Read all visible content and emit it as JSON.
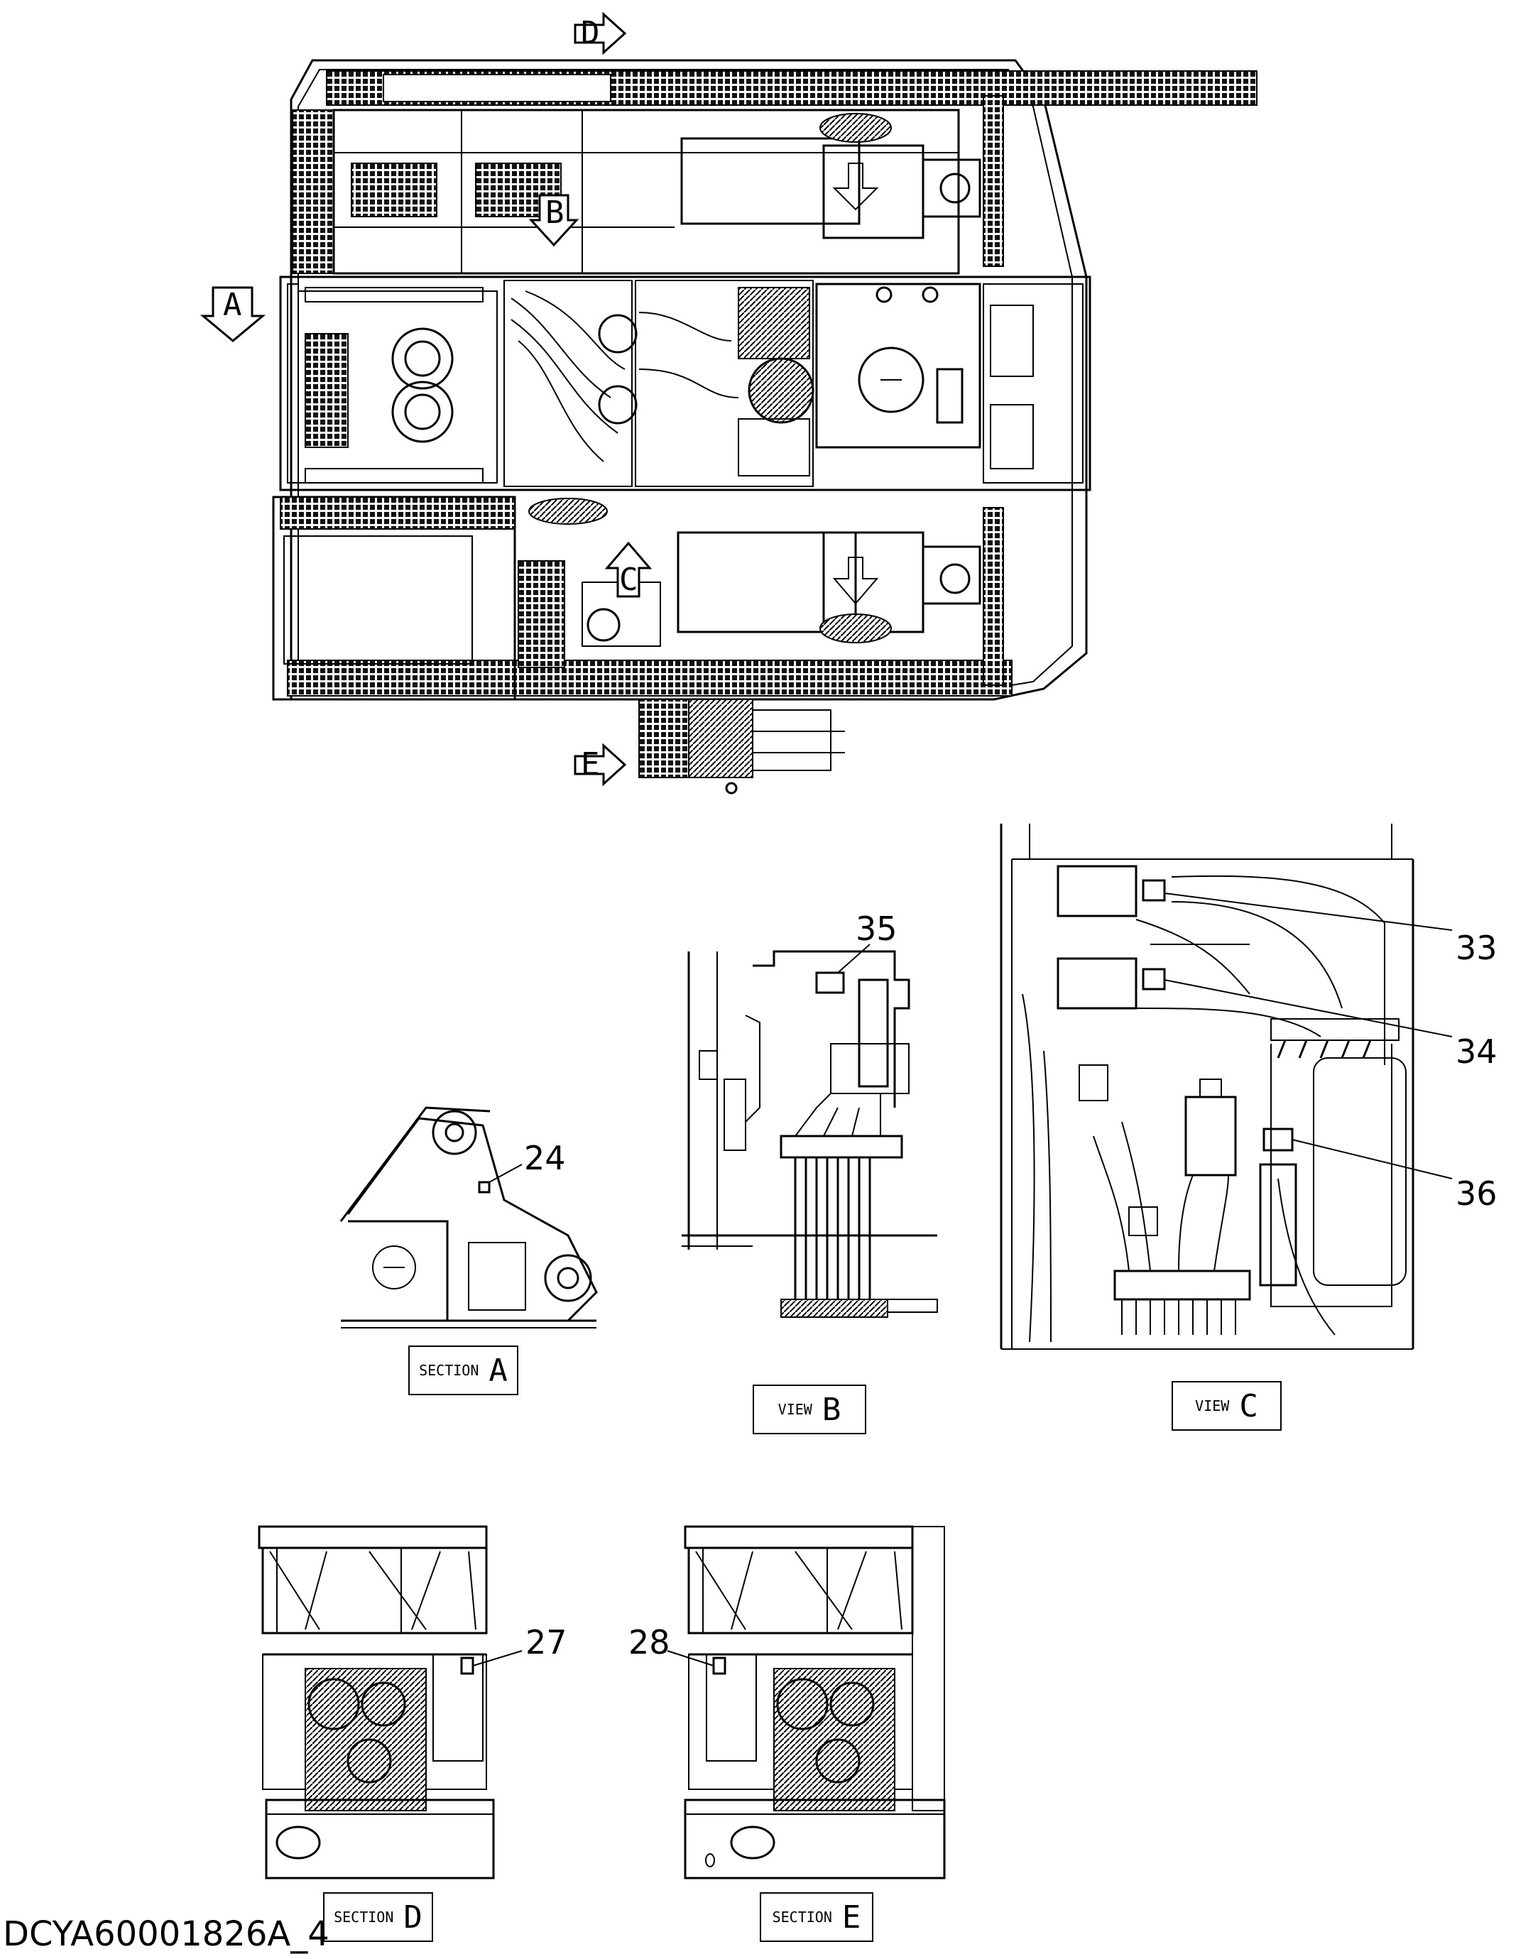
{
  "document": {
    "drawing_id": "DCYA60001826A_4"
  },
  "arrows": {
    "a": "A",
    "b": "B",
    "c": "C",
    "d": "D",
    "e": "E"
  },
  "callouts": {
    "c24": "24",
    "c27": "27",
    "c28": "28",
    "c33": "33",
    "c34": "34",
    "c35": "35",
    "c36": "36"
  },
  "captions": {
    "section_a": {
      "word": "SECTION",
      "letter": "A"
    },
    "view_b": {
      "word": "VIEW",
      "letter": "B"
    },
    "view_c": {
      "word": "VIEW",
      "letter": "C"
    },
    "section_d": {
      "word": "SECTION",
      "letter": "D"
    },
    "section_e": {
      "word": "SECTION",
      "letter": "E"
    }
  },
  "colors": {
    "line": "#000000",
    "background": "#ffffff"
  }
}
